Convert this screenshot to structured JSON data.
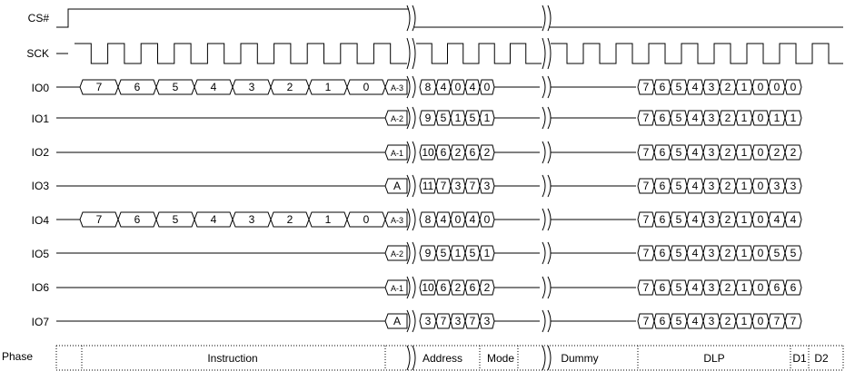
{
  "signals": {
    "cs": "CS#",
    "sck": "SCK"
  },
  "io_lines": [
    {
      "label": "IO0",
      "instruction": [
        "7",
        "6",
        "5",
        "4",
        "3",
        "2",
        "1",
        "0"
      ],
      "addr_first": "A-3",
      "address": [
        "8",
        "4",
        "0"
      ],
      "mode": [
        "4",
        "0"
      ],
      "dlp": [
        "7",
        "6",
        "5",
        "4",
        "3",
        "2",
        "1",
        "0"
      ],
      "d1": "0",
      "d2": "0"
    },
    {
      "label": "IO1",
      "instruction": [],
      "addr_first": "A-2",
      "address": [
        "9",
        "5",
        "1"
      ],
      "mode": [
        "5",
        "1"
      ],
      "dlp": [
        "7",
        "6",
        "5",
        "4",
        "3",
        "2",
        "1",
        "0"
      ],
      "d1": "1",
      "d2": "1"
    },
    {
      "label": "IO2",
      "instruction": [],
      "addr_first": "A-1",
      "address": [
        "10",
        "6",
        "2"
      ],
      "mode": [
        "6",
        "2"
      ],
      "dlp": [
        "7",
        "6",
        "5",
        "4",
        "3",
        "2",
        "1",
        "0"
      ],
      "d1": "2",
      "d2": "2"
    },
    {
      "label": "IO3",
      "instruction": [],
      "addr_first": "A",
      "address": [
        "11",
        "7",
        "3"
      ],
      "mode": [
        "7",
        "3"
      ],
      "dlp": [
        "7",
        "6",
        "5",
        "4",
        "3",
        "2",
        "1",
        "0"
      ],
      "d1": "3",
      "d2": "3"
    },
    {
      "label": "IO4",
      "instruction": [
        "7",
        "6",
        "5",
        "4",
        "3",
        "2",
        "1",
        "0"
      ],
      "addr_first": "A-3",
      "address": [
        "8",
        "4",
        "0"
      ],
      "mode": [
        "4",
        "0"
      ],
      "dlp": [
        "7",
        "6",
        "5",
        "4",
        "3",
        "2",
        "1",
        "0"
      ],
      "d1": "4",
      "d2": "4"
    },
    {
      "label": "IO5",
      "instruction": [],
      "addr_first": "A-2",
      "address": [
        "9",
        "5",
        "1"
      ],
      "mode": [
        "5",
        "1"
      ],
      "dlp": [
        "7",
        "6",
        "5",
        "4",
        "3",
        "2",
        "1",
        "0"
      ],
      "d1": "5",
      "d2": "5"
    },
    {
      "label": "IO6",
      "instruction": [],
      "addr_first": "A-1",
      "address": [
        "10",
        "6",
        "2"
      ],
      "mode": [
        "6",
        "2"
      ],
      "dlp": [
        "7",
        "6",
        "5",
        "4",
        "3",
        "2",
        "1",
        "0"
      ],
      "d1": "6",
      "d2": "6"
    },
    {
      "label": "IO7",
      "instruction": [],
      "addr_first": "A",
      "address": [
        "3",
        "7",
        "3"
      ],
      "mode": [
        "7",
        "3"
      ],
      "dlp": [
        "7",
        "6",
        "5",
        "4",
        "3",
        "2",
        "1",
        "0"
      ],
      "d1": "7",
      "d2": "7"
    }
  ],
  "phase": {
    "label": "Phase",
    "instruction": "Instruction",
    "address": "Address",
    "mode": "Mode",
    "dummy": "Dummy",
    "dlp": "DLP",
    "d1": "D1",
    "d2": "D2"
  },
  "colors": {
    "line": "#000000",
    "background": "#ffffff"
  }
}
